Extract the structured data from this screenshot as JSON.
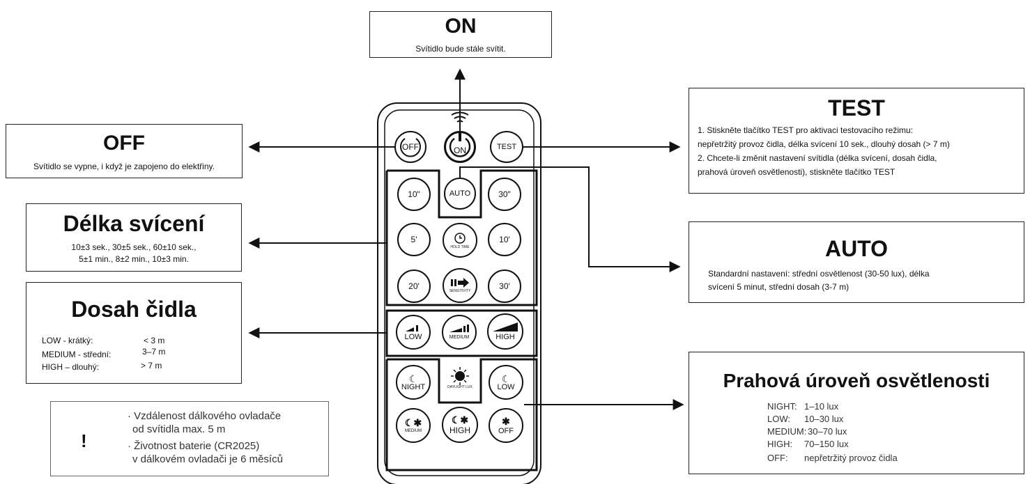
{
  "on_box": {
    "title": "ON",
    "desc": "Svítidlo bude stále svítit."
  },
  "off_box": {
    "title": "OFF",
    "desc": "Svítidlo se vypne, i když je zapojeno do elektřiny."
  },
  "delka_box": {
    "title": "Délka svícení",
    "line1": "10±3 sek., 30±5 sek., 60±10 sek.,",
    "line2": "5±1 min., 8±2 min., 10±3 min."
  },
  "dosah_box": {
    "title": "Dosah čidla",
    "rows": [
      {
        "label": "LOW - krátký:",
        "value": "< 3 m"
      },
      {
        "label": "MEDIUM - střední:",
        "value": "3–7 m"
      },
      {
        "label": "HIGH – dlouhý:",
        "value": "> 7 m"
      }
    ]
  },
  "warning_box": {
    "item1_line1": "· Vzdálenost dálkového ovladače",
    "item1_line2": "od svítidla max. 5 m",
    "item2_line1": "· Životnost baterie (CR2025)",
    "item2_line2": "v dálkovém ovladači je 6 měsíců"
  },
  "test_box": {
    "title": "TEST",
    "line1": "1.  Stiskněte tlačítko TEST pro aktivaci testovacího režimu:",
    "line2": "nepřetržitý provoz čidla, délka svícení 10 sek., dlouhý dosah (> 7 m)",
    "line3": "2.  Chcete-li změnit nastavení svítidla (délka svícení, dosah čidla,",
    "line4": "prahová úroveň osvětlenosti), stiskněte tlačítko TEST"
  },
  "auto_box": {
    "title": "AUTO",
    "line1": "Standardní nastavení:  střední osvětlenost (30-50 lux), délka",
    "line2": "svícení 5 minut, střední dosah (3-7 m)"
  },
  "prah_box": {
    "title": "Prahová úroveň osvětlenosti",
    "rows": [
      {
        "label": "NIGHT:",
        "value": "1–10 lux"
      },
      {
        "label": "LOW:",
        "value": "10–30 lux"
      },
      {
        "label": "MEDIUM:",
        "value": "30–70 lux"
      },
      {
        "label": "HIGH:",
        "value": "70–150 lux"
      },
      {
        "label": "OFF:",
        "value": "nepřetržitý provoz čidla"
      }
    ]
  },
  "remote": {
    "btn_off": "OFF",
    "btn_on": "ON",
    "btn_test": "TEST",
    "btn_10s": "10\"",
    "btn_auto": "AUTO",
    "btn_30s": "30\"",
    "btn_5m": "5'",
    "btn_hold": "HOLD TIME",
    "btn_10m": "10'",
    "btn_20m": "20'",
    "btn_sens": "SENSITIVITY",
    "btn_30m": "30'",
    "btn_low": "LOW",
    "btn_medium": "MEDIUM",
    "btn_high": "HIGH",
    "btn_night": "NIGHT",
    "btn_daylight": "DAYLIGHT LUX",
    "btn_lux_low": "LOW",
    "btn_lux_medium": "MEDIUM",
    "btn_lux_high": "HIGH",
    "btn_lux_off": "OFF"
  }
}
